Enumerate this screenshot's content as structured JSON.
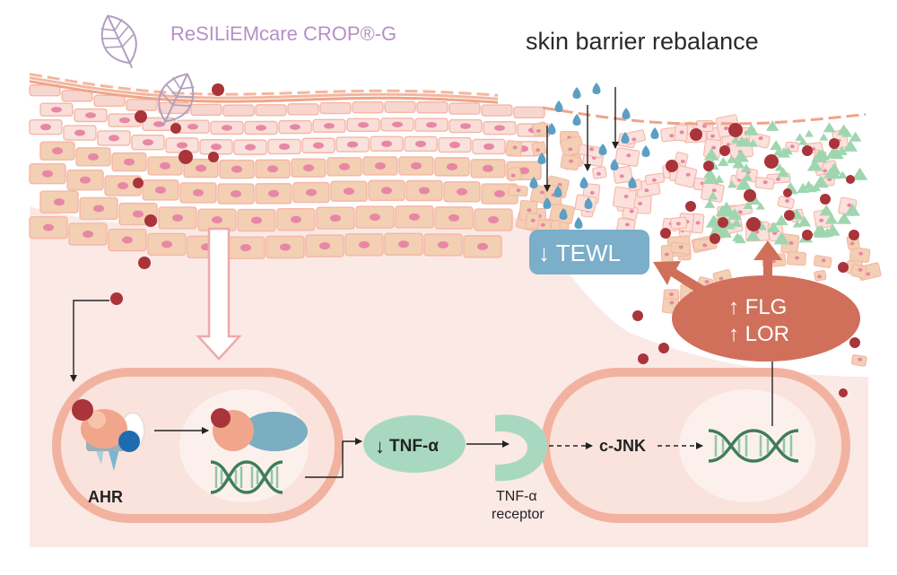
{
  "brand": {
    "name": "ReSILiEMcare CROP®-G"
  },
  "title": "skin barrier rebalance",
  "labels": {
    "ahr": "AHR",
    "tnf_alpha": "TNF-α",
    "tnf_arrow": "↓",
    "receptor_line1": "TNF-α",
    "receptor_line2": "receptor",
    "cjnk": "c-JNK",
    "tewl": "↓ TEWL",
    "flg": "↑ FLG",
    "lor": "↑ LOR"
  },
  "colors": {
    "brand_purple": "#b78fc6",
    "dark_text": "#2a2a2a",
    "skin_background": "#fbe9e6",
    "cell_outline": "#f4b7a7",
    "cell_inner": "#f8e0db",
    "cell_tan": "#f3cfb3",
    "nucleus_pink": "#e887a5",
    "granule_red": "#a9343a",
    "water_blue": "#5b9fc4",
    "tewl_box": "#7aaec9",
    "flg_oval": "#d0705a",
    "tnf_green": "#a8d9c0",
    "dna_green": "#3f7d5c",
    "protein_blue": "#7aaec0",
    "protein_orange": "#f1a58a",
    "ahr_blue": "#1f6bb0",
    "triangle_green": "#9fd6b0"
  },
  "icons": [
    "leaf-icon",
    "leaf-icon",
    "dna-icon",
    "dna-icon",
    "water-drop-icon",
    "arrow-icon"
  ]
}
